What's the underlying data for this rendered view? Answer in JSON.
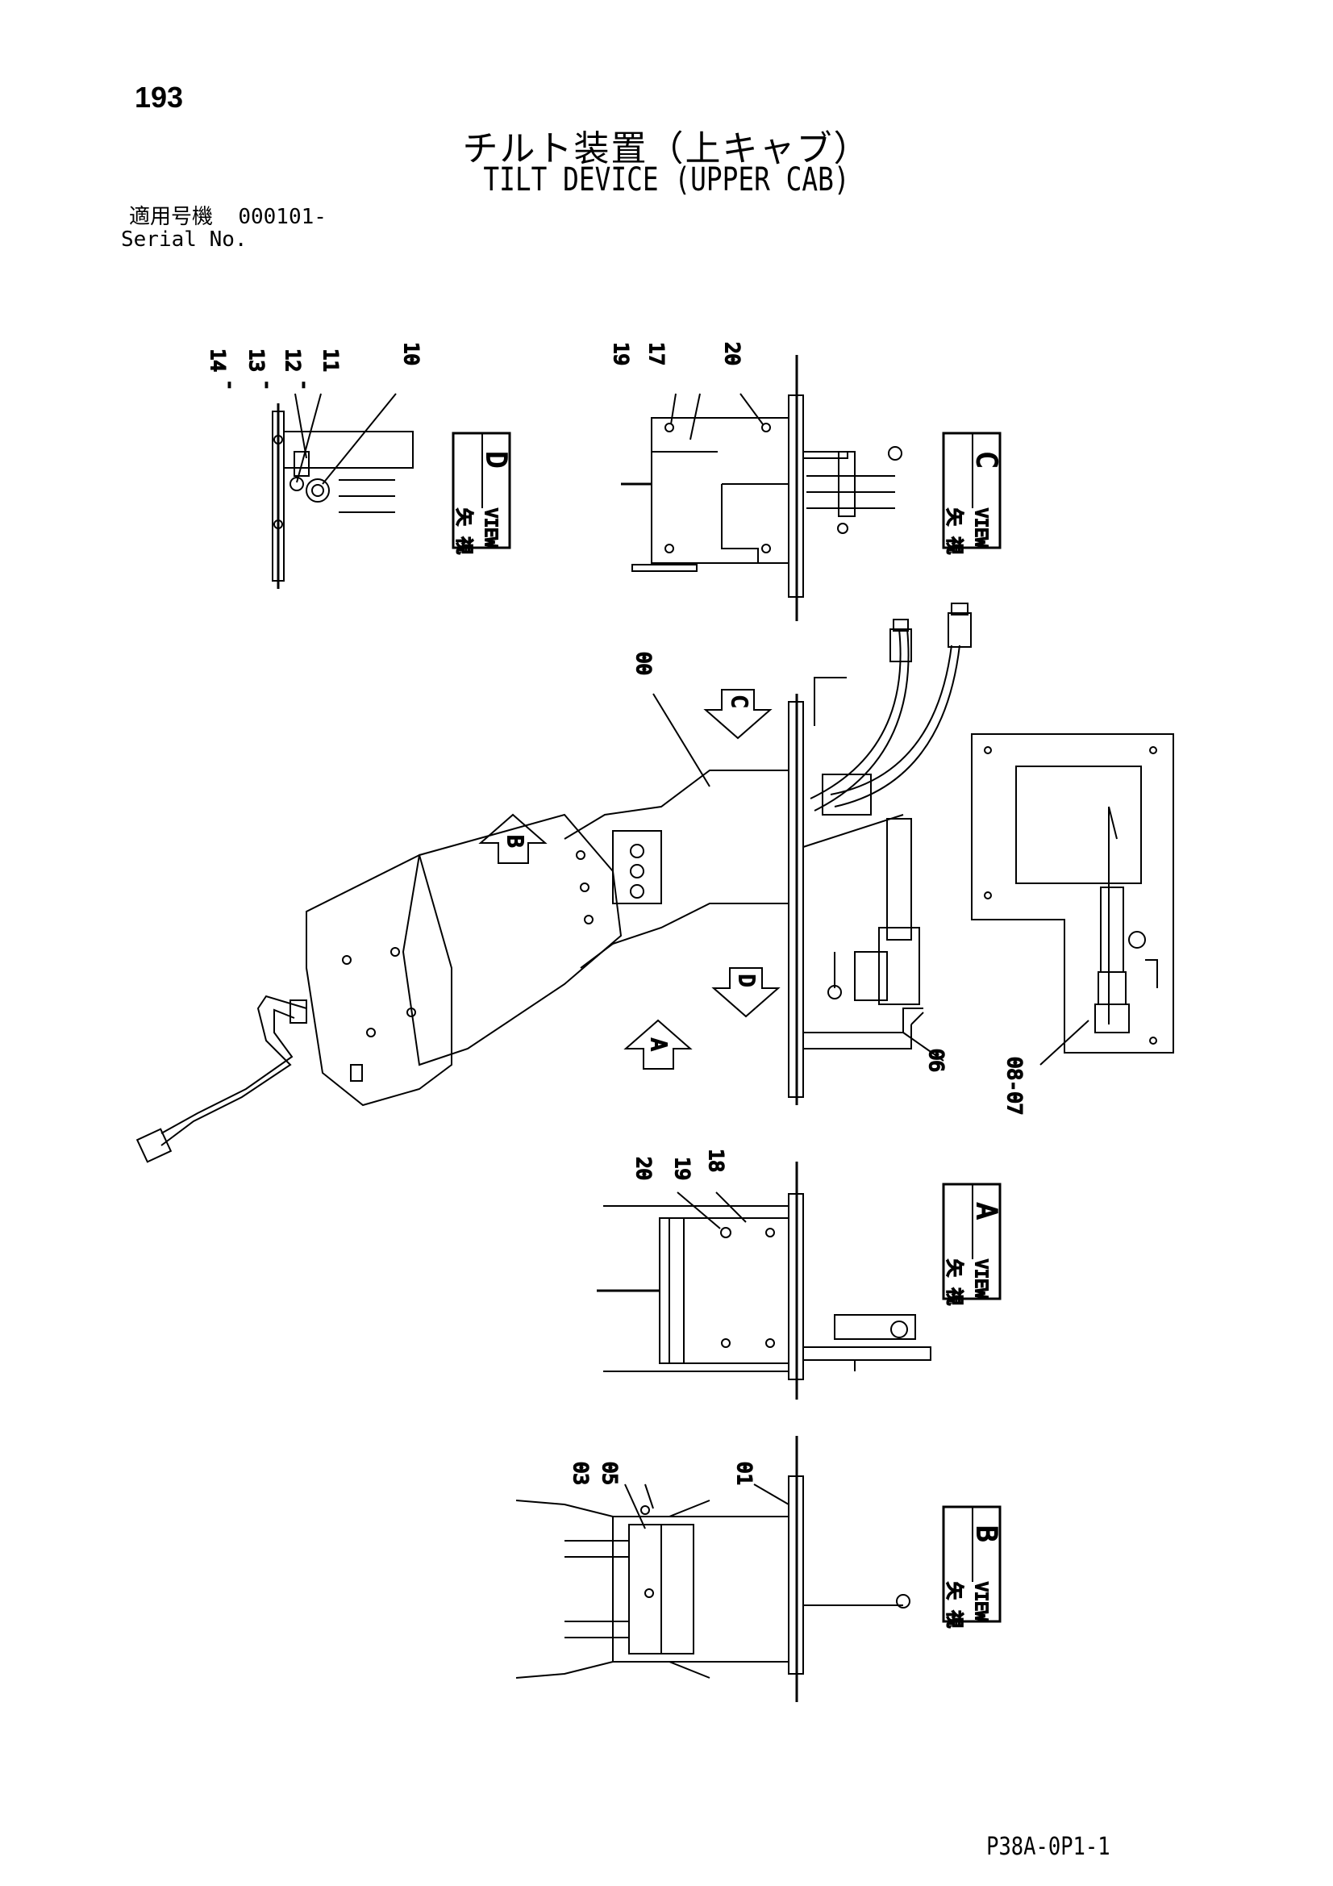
{
  "page": {
    "number": "193",
    "code": "P38A-0P1-1"
  },
  "title": {
    "japanese": "チルト装置（上キャブ）",
    "english": "TILT DEVICE (UPPER CAB)"
  },
  "serial": {
    "label_jp": "適用号機",
    "value": "000101-",
    "label_en": "Serial No."
  },
  "views": [
    {
      "id": "D",
      "label_jp": "矢 視",
      "label_en": "VIEW"
    },
    {
      "id": "C",
      "label_jp": "矢 視",
      "label_en": "VIEW"
    },
    {
      "id": "A",
      "label_jp": "矢 視",
      "label_en": "VIEW"
    },
    {
      "id": "B",
      "label_jp": "矢 視",
      "label_en": "VIEW"
    }
  ],
  "direction_arrows": [
    "C",
    "B",
    "D",
    "A"
  ],
  "callouts": {
    "view_d": [
      "14",
      "13",
      "12",
      "11",
      "10"
    ],
    "view_c": [
      "19",
      "17",
      "20"
    ],
    "main": [
      "00",
      "06",
      "08-07"
    ],
    "view_a": [
      "20",
      "19",
      "18"
    ],
    "view_b": [
      "03",
      "05",
      "01"
    ]
  },
  "separators": [
    "-",
    "-",
    "-"
  ]
}
